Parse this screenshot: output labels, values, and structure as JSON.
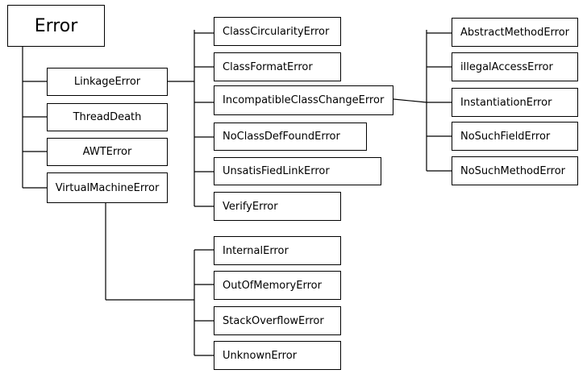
{
  "root": {
    "label": "Error"
  },
  "level1": [
    {
      "label": "LinkageError"
    },
    {
      "label": "ThreadDeath"
    },
    {
      "label": "AWTError"
    },
    {
      "label": "VirtualMachineError"
    }
  ],
  "linkage_children": [
    {
      "label": "ClassCircularityError"
    },
    {
      "label": "ClassFormatError"
    },
    {
      "label": "IncompatibleClassChangeError"
    },
    {
      "label": "NoClassDefFoundError"
    },
    {
      "label": "UnsatisFiedLinkError"
    },
    {
      "label": "VerifyError"
    }
  ],
  "incompatible_children": [
    {
      "label": "AbstractMethodError"
    },
    {
      "label": "illegalAccessError"
    },
    {
      "label": "InstantiationError"
    },
    {
      "label": "NoSuchFieldError"
    },
    {
      "label": "NoSuchMethodError"
    }
  ],
  "vm_children": [
    {
      "label": "InternalError"
    },
    {
      "label": "OutOfMemoryError"
    },
    {
      "label": "StackOverflowError"
    },
    {
      "label": "UnknownError"
    }
  ]
}
